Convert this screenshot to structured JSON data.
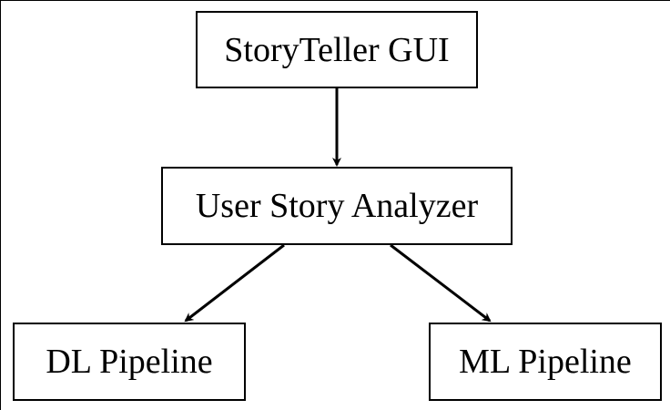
{
  "diagram": {
    "nodes": [
      {
        "id": "gui",
        "label": "StoryTeller GUI"
      },
      {
        "id": "analyzer",
        "label": "User Story Analyzer"
      },
      {
        "id": "dl",
        "label": "DL Pipeline"
      },
      {
        "id": "ml",
        "label": "ML Pipeline"
      }
    ],
    "edges": [
      {
        "from": "gui",
        "to": "analyzer"
      },
      {
        "from": "analyzer",
        "to": "dl"
      },
      {
        "from": "analyzer",
        "to": "ml"
      }
    ],
    "colors": {
      "stroke": "#000000",
      "background": "#ffffff",
      "text": "#000000"
    }
  }
}
